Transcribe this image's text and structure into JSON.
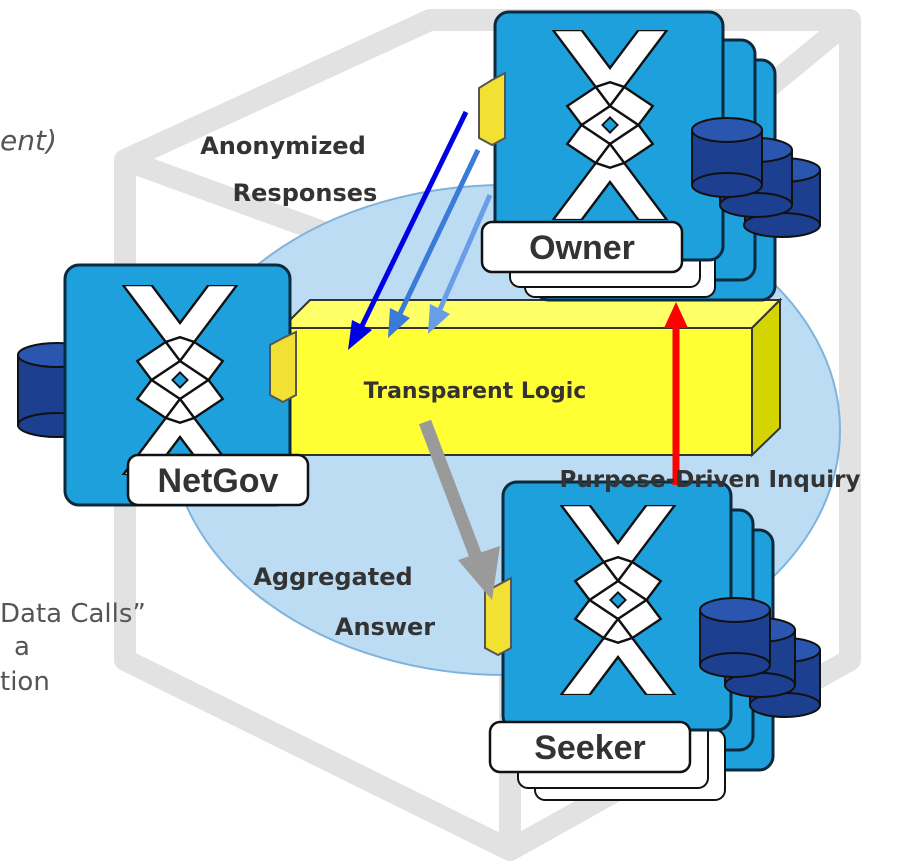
{
  "nodes": {
    "owner": {
      "label": "Owner"
    },
    "netgov": {
      "label": "NetGov"
    },
    "seeker": {
      "label": "Seeker"
    }
  },
  "channel": {
    "label": "Transparent Logic"
  },
  "flows": {
    "anonymized": {
      "line1": "Anonymized",
      "line2": "Responses"
    },
    "aggregated": {
      "line1": "Aggregated",
      "line2": "Answer"
    },
    "inquiry": {
      "label": "Purpose-Driven Inquiry"
    }
  },
  "cropped_text": {
    "top_fragment": "ent)",
    "bottom_line1": "Data Calls”",
    "bottom_line2": "a",
    "bottom_line3": "tion"
  },
  "colors": {
    "node_fill": "#1ea0dc",
    "node_stroke": "#0b2a3d",
    "db_fill": "#1d3f8f",
    "channel_fill": "#ffff33",
    "channel_side": "#d4d400",
    "ellipse_fill": "#bcdcf4",
    "arrow_dark_blue": "#0000e6",
    "arrow_mid_blue": "#3a7ad8",
    "arrow_light_blue": "#6a9de8",
    "arrow_grey": "#9a9a9a",
    "arrow_red": "#ff0000",
    "connector": "#f2e033"
  }
}
